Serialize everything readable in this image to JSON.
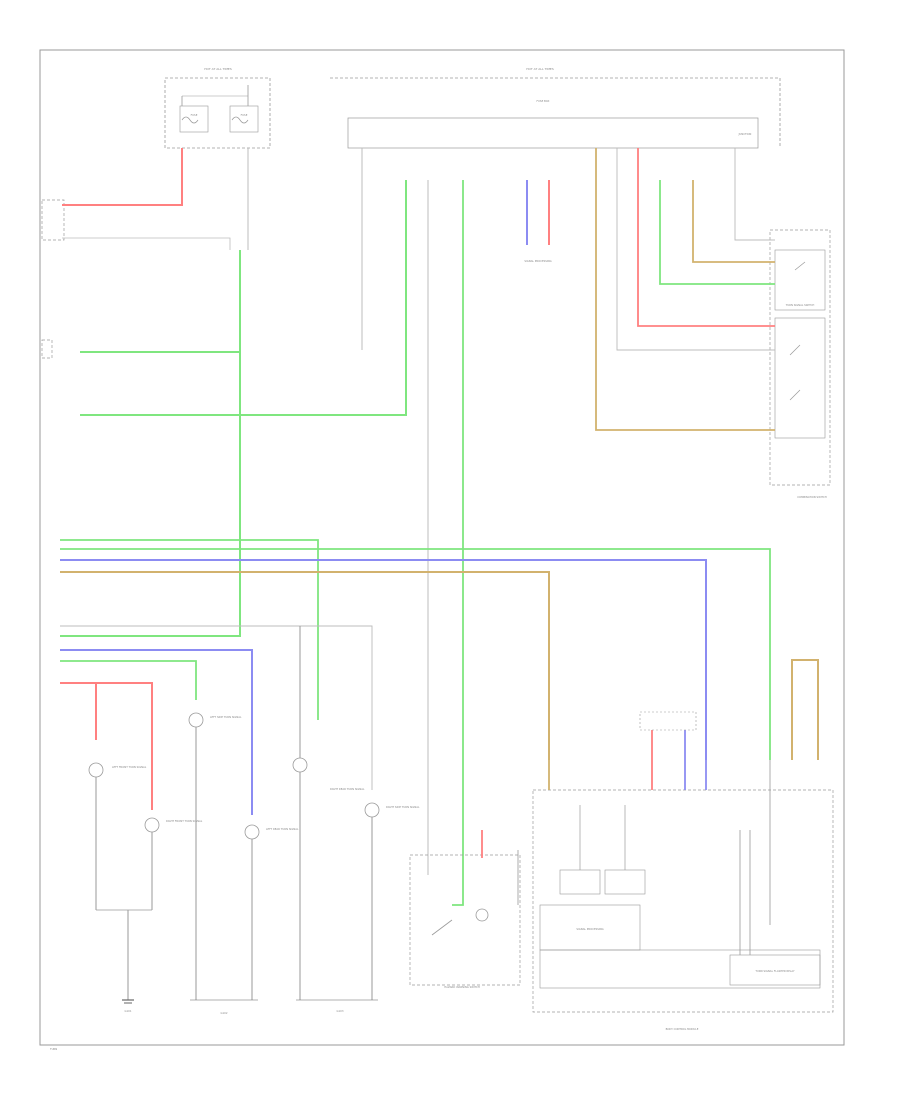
{
  "colors": {
    "red": "#ff8080",
    "green": "#7fe67f",
    "blue": "#8c8cf2",
    "tan": "#d2b26e",
    "gray": "#bcbcbc",
    "outline": "#9a9a9a"
  },
  "labels": {
    "hot_at_all_times_left": "HOT AT ALL TIMES",
    "hot_at_all_times_right": "HOT AT ALL TIMES",
    "fuse_a": "FUSE",
    "fuse_b": "FUSE",
    "fuse_box": "FUSE BOX",
    "junction": "JUNCTION",
    "turn_signal_switch": "TURN SIGNAL SWITCH",
    "hazard_switch": "HAZARD WARNING SWITCH",
    "body_control_module": "BODY CONTROL MODULE",
    "combination_switch": "COMBINATION SWITCH",
    "left_front_turn": "LEFT FRONT TURN SIGNAL",
    "right_front_turn": "RIGHT FRONT TURN SIGNAL",
    "left_rear_turn": "LEFT REAR TURN SIGNAL",
    "right_rear_turn": "RIGHT REAR TURN SIGNAL",
    "left_side_turn": "LEFT SIDE TURN SIGNAL",
    "right_side_turn": "RIGHT SIDE TURN SIGNAL",
    "turn_signal_flasher": "TURN SIGNAL FLASHER RELAY",
    "signal_processing": "SIGNAL PROCESSING",
    "ground_left": "G101",
    "ground_mid": "G102",
    "ground_right": "G103",
    "footer": "TURN"
  }
}
